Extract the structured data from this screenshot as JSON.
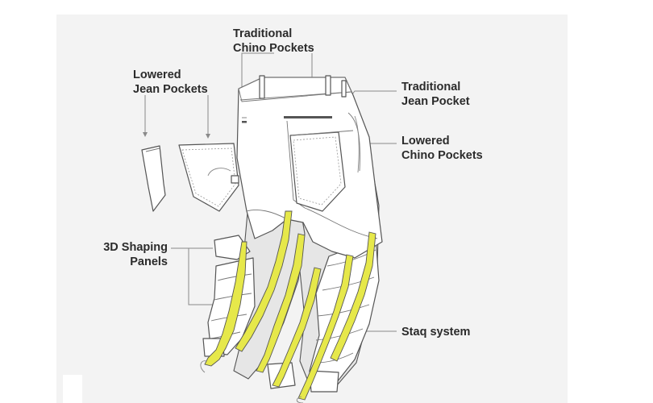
{
  "labels": {
    "traditional_chino": "Traditional\nChino Pockets",
    "lowered_jean": "Lowered\nJean Pockets",
    "traditional_jean": "Traditional\nJean Pocket",
    "lowered_chino": "Lowered\nChino Pockets",
    "shaping_panels": "3D Shaping\nPanels",
    "staq_system": "Staq system"
  },
  "colors": {
    "panel_bg": "#f3f3f3",
    "line": "#555555",
    "fabric": "#ffffff",
    "shade": "#e6e6e6",
    "staq": "#e6e84a",
    "label_text": "#2b2b2b"
  }
}
